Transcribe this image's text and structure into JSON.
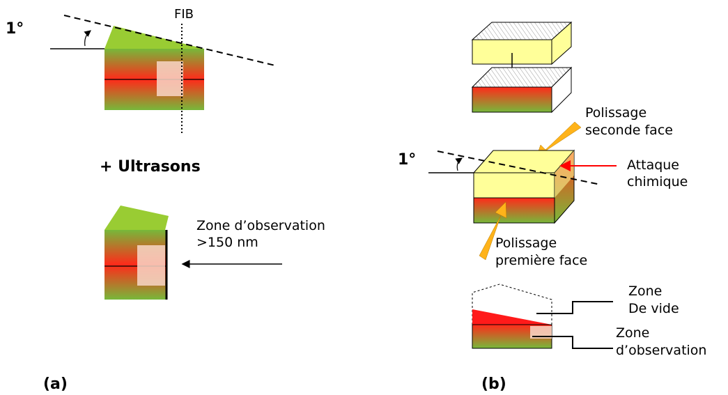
{
  "panel_a": {
    "angle_label": "1°",
    "fib_label": "FIB",
    "ultrasons_label": "+ Ultrasons",
    "zone_label_line1": "Zone d’observation",
    "zone_label_line2": ">150 nm",
    "panel_label": "(a)"
  },
  "panel_b": {
    "angle_label": "1°",
    "polish_second_line1": "Polissage",
    "polish_second_line2": "seconde face",
    "etch_line1": "Attaque",
    "etch_line2": "chimique",
    "polish_first_line1": "Polissage",
    "polish_first_line2": "première face",
    "void_line1": "Zone",
    "void_line2": "De vide",
    "obs_line1": "Zone",
    "obs_line2": "d’observation",
    "panel_label": "(b)"
  },
  "colors": {
    "wedge_green": "#99cc33",
    "layer_red": "#ff2a1a",
    "layer_green": "#77b83a",
    "top_yellow": "#ffff99",
    "arrow_orange": "#ffb31a",
    "arrow_red": "#ff0000",
    "highlight": "#f7d7c8"
  }
}
